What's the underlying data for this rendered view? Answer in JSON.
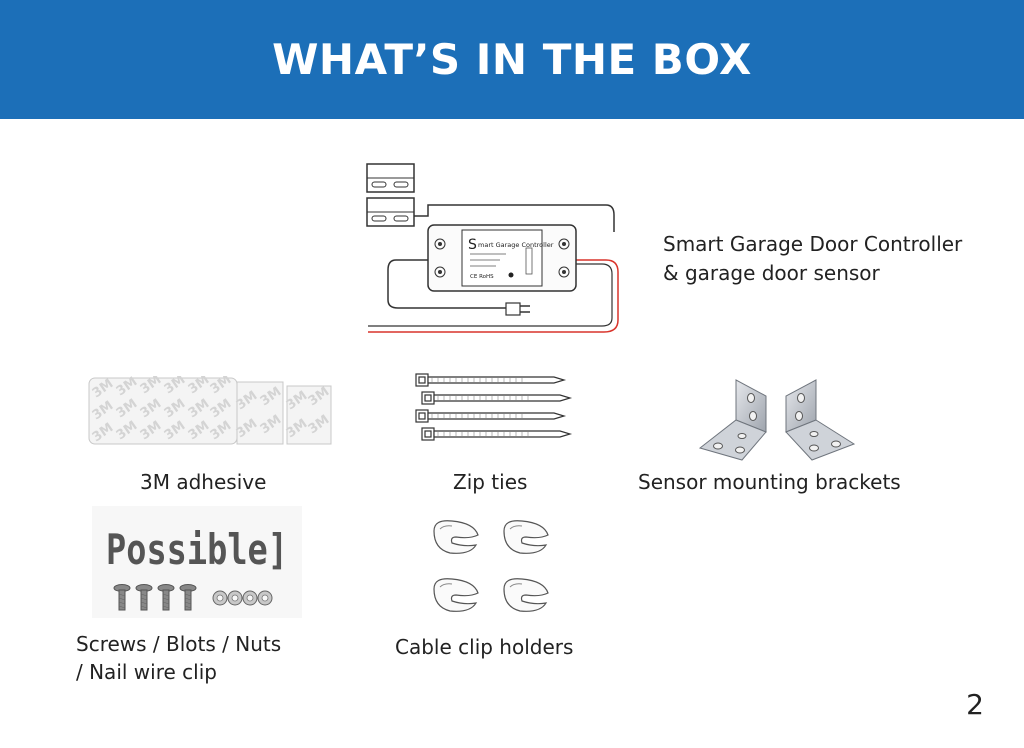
{
  "header": {
    "title": "WHAT’S IN THE BOX",
    "background": "#1c6fb8"
  },
  "items": [
    {
      "label_line1": "Smart Garage Door Controller",
      "label_line2": "& garage door sensor",
      "device_text": "mart Garage Controller",
      "device_marks": "CE RoHS"
    },
    {
      "label": "3M adhesive",
      "pad_text": "3M"
    },
    {
      "label": "Zip ties"
    },
    {
      "label": "Sensor mounting brackets"
    },
    {
      "label_line1": "Screws / Blots / Nuts",
      "label_line2": "/ Nail wire clip",
      "image_text": "Possible]"
    },
    {
      "label": "Cable clip holders"
    }
  ],
  "page_number": "2"
}
